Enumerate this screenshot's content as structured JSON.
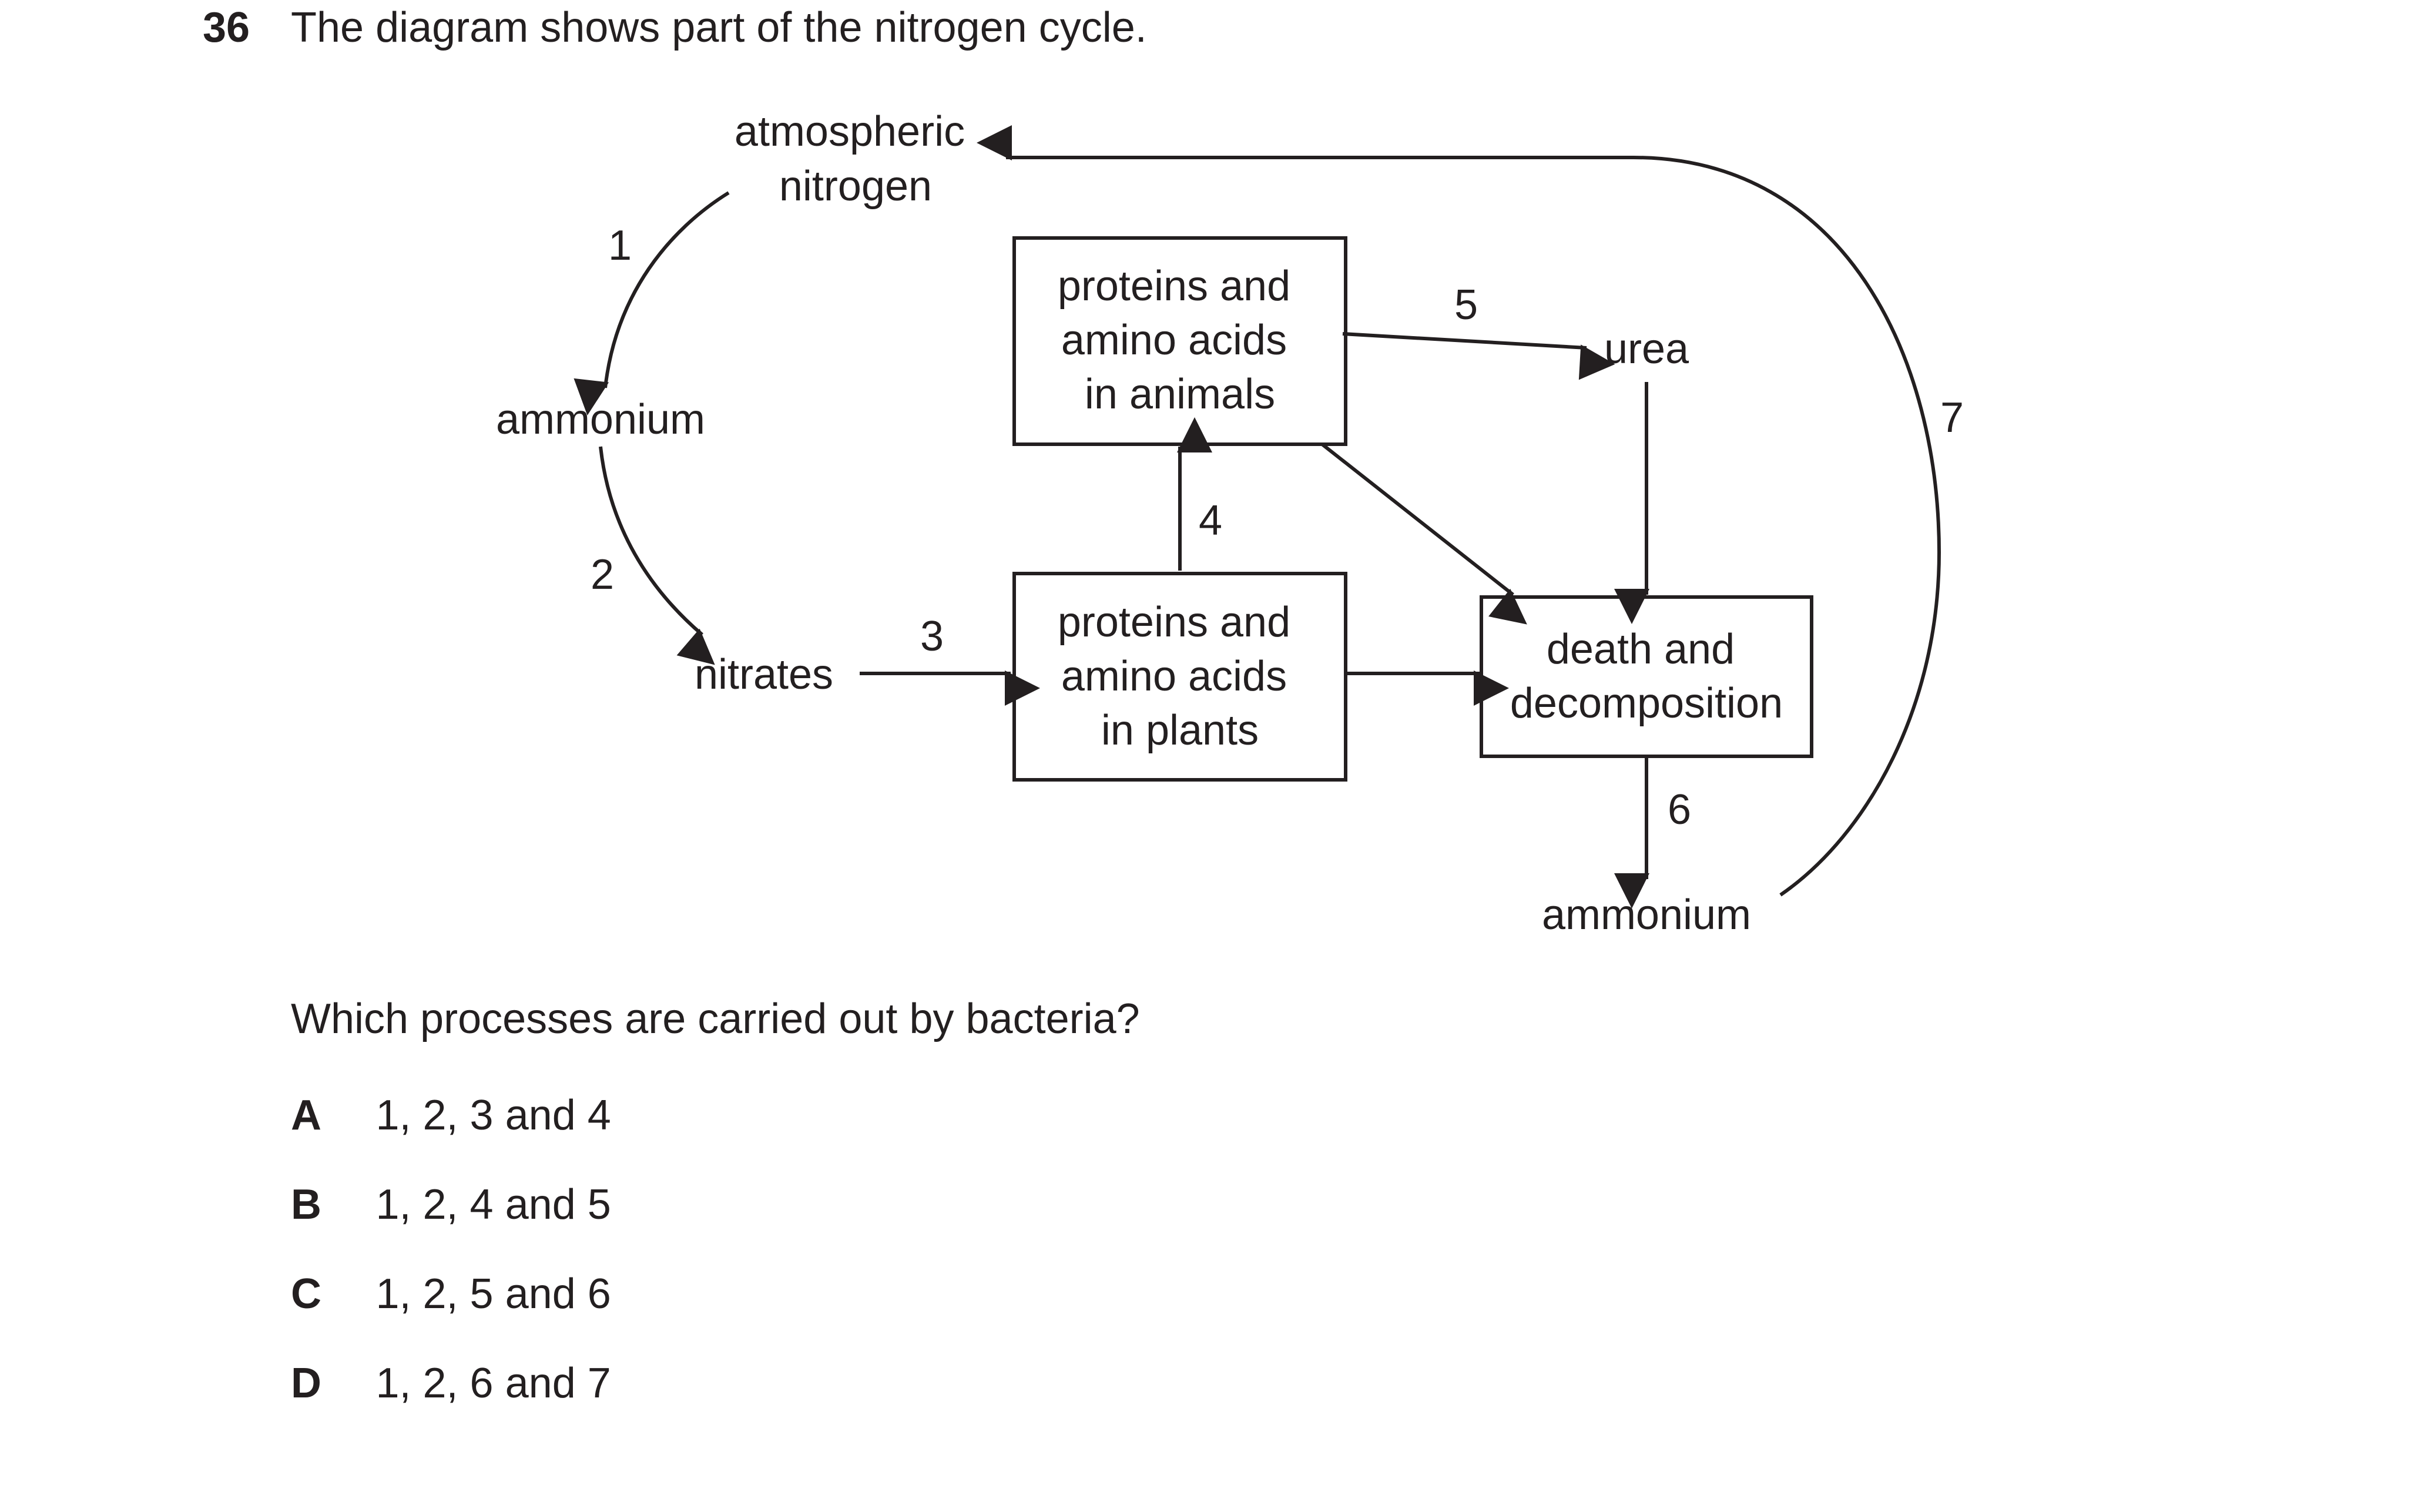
{
  "question": {
    "number": "36",
    "intro": "The diagram shows part of the nitrogen cycle.",
    "prompt": "Which processes are carried out by bacteria?"
  },
  "diagram": {
    "nodes": {
      "atmospheric_nitrogen": [
        "atmospheric",
        "nitrogen"
      ],
      "ammonium_left": "ammonium",
      "nitrates": "nitrates",
      "animals_box": [
        "proteins and",
        "amino acids",
        "in animals"
      ],
      "plants_box": [
        "proteins and",
        "amino acids",
        "in plants"
      ],
      "urea": "urea",
      "decomposition_box": [
        "death and",
        "decomposition"
      ],
      "ammonium_bottom": "ammonium"
    },
    "process_labels": {
      "p1": "1",
      "p2": "2",
      "p3": "3",
      "p4": "4",
      "p5": "5",
      "p6": "6",
      "p7": "7"
    }
  },
  "options": [
    {
      "letter": "A",
      "text": "1, 2, 3 and 4"
    },
    {
      "letter": "B",
      "text": "1, 2, 4 and 5"
    },
    {
      "letter": "C",
      "text": "1, 2, 5 and 6"
    },
    {
      "letter": "D",
      "text": "1, 2, 6 and 7"
    }
  ]
}
